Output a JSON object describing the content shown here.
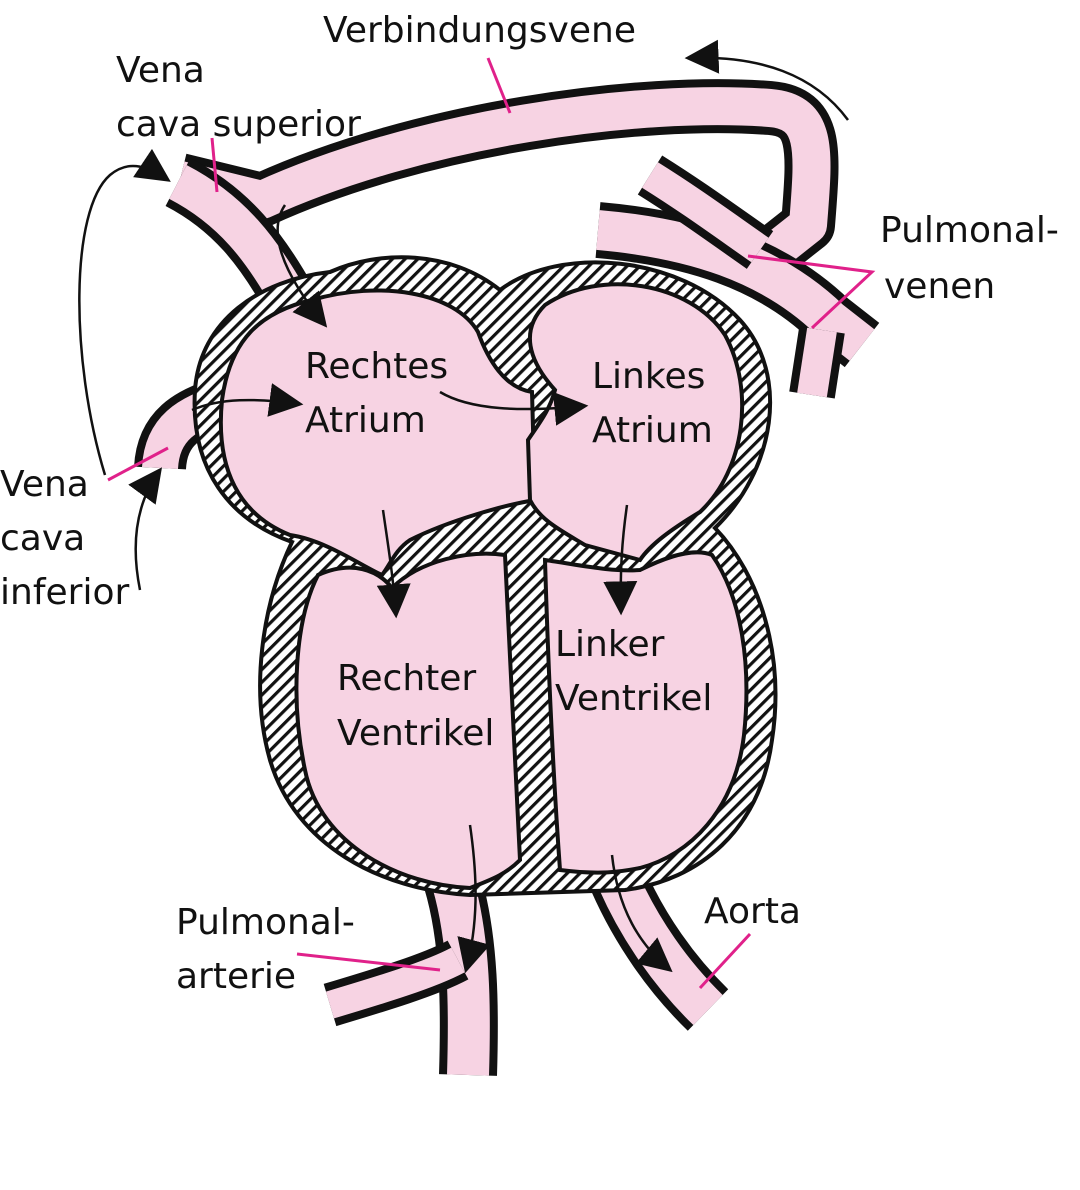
{
  "colors": {
    "tissue": "#f7d3e3",
    "wall": "#111111",
    "hatch_bg": "#ffffff",
    "leader": "#e0218a",
    "text": "#111111"
  },
  "labels": {
    "verbindungsvene": "Verbindungsvene",
    "vcs_line1": "Vena",
    "vcs_line2": "cava superior",
    "pulmonalvenen_line1": "Pulmonal-",
    "pulmonalvenen_line2": "venen",
    "rechtes_atrium_line1": "Rechtes",
    "rechtes_atrium_line2": "Atrium",
    "linkes_atrium_line1": "Linkes",
    "linkes_atrium_line2": "Atrium",
    "vci_line1": "Vena",
    "vci_line2": "cava",
    "vci_line3": "inferior",
    "rechter_ventrikel_line1": "Rechter",
    "rechter_ventrikel_line2": "Ventrikel",
    "linker_ventrikel_line1": "Linker",
    "linker_ventrikel_line2": "Ventrikel",
    "pulmonalarterie_line1": "Pulmonal-",
    "pulmonalarterie_line2": "arterie",
    "aorta": "Aorta"
  }
}
